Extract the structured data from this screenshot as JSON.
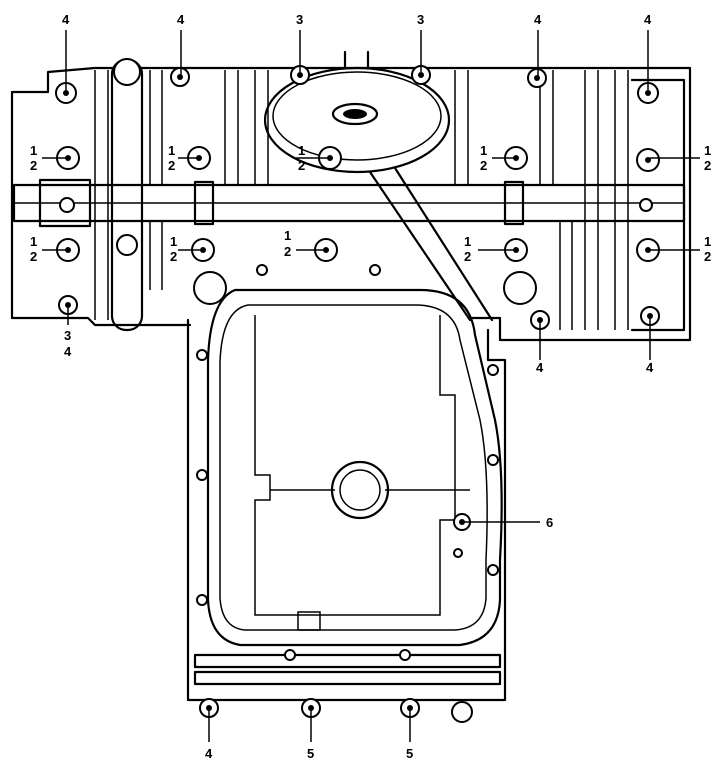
{
  "diagram": {
    "top_callouts": [
      "4",
      "4",
      "3",
      "3",
      "4",
      "4"
    ],
    "pair_callout": {
      "top": "1",
      "bottom": "2"
    },
    "left_lower_callout": {
      "top": "3",
      "bottom": "4"
    },
    "right_lower_callouts": [
      "4",
      "4"
    ],
    "bottom_callouts": [
      "4",
      "5",
      "5"
    ],
    "side_callout": "6"
  }
}
